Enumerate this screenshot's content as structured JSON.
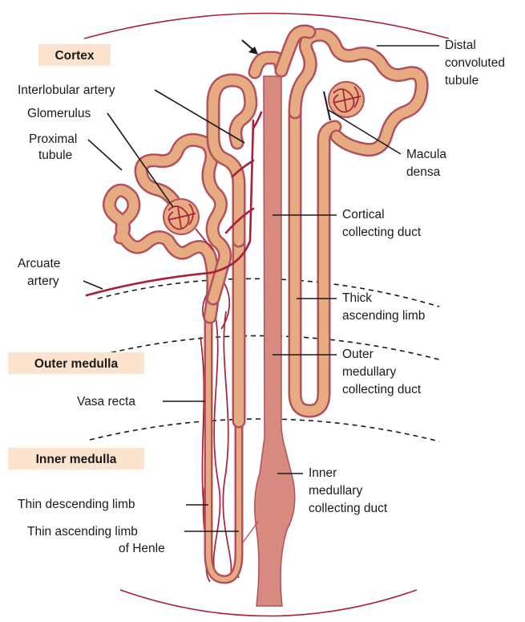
{
  "regions": {
    "cortex": "Cortex",
    "outer_medulla": "Outer medulla",
    "inner_medulla": "Inner medulla"
  },
  "labels": {
    "interlobular_artery": "Interlobular artery",
    "glomerulus": "Glomerulus",
    "proximal_tubule": [
      "Proximal",
      "tubule"
    ],
    "arcuate_artery": [
      "Arcuate",
      "artery"
    ],
    "vasa_recta": "Vasa recta",
    "thin_descending_limb": "Thin descending limb",
    "thin_ascending_limb": [
      "Thin ascending limb",
      "of Henle"
    ],
    "distal_convoluted_tubule": [
      "Distal",
      "convoluted",
      "tubule"
    ],
    "macula_densa": [
      "Macula",
      "densa"
    ],
    "cortical_collecting_duct": [
      "Cortical",
      "collecting duct"
    ],
    "thick_ascending_limb": [
      "Thick",
      "ascending limb"
    ],
    "outer_medullary_collecting_duct": [
      "Outer",
      "medullary",
      "collecting duct"
    ],
    "inner_medullary_collecting_duct": [
      "Inner",
      "medullary",
      "collecting duct"
    ]
  },
  "colors": {
    "tubule_fill": "#e6ab80",
    "tubule_wall": "#b3505d",
    "duct_fill": "#d98a80",
    "vessel": "#a8203a",
    "region_label_bg": "#fbe3cd"
  }
}
